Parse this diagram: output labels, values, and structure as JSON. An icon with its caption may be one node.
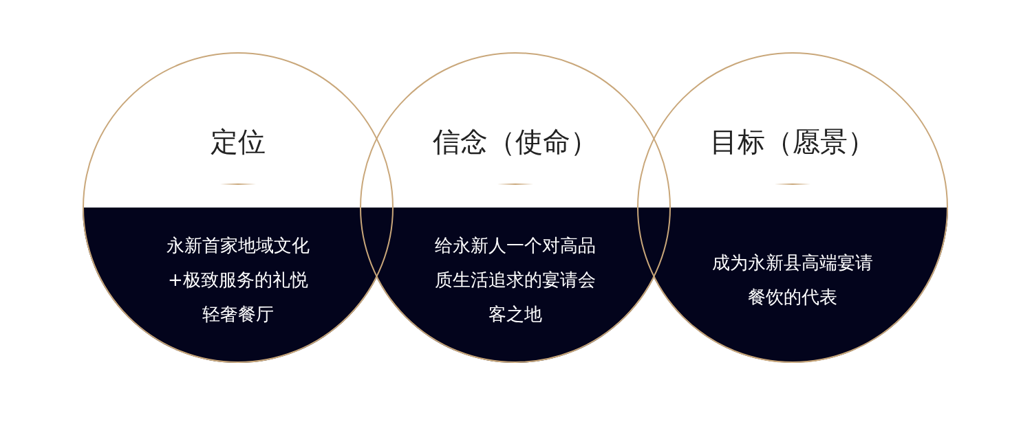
{
  "diagram": {
    "nodes": [
      {
        "text": [
          "定位",
          "永新首家地域文化+极致服务的礼悦轻奢餐厅"
        ]
      },
      {
        "text": [
          "信念（使命）",
          "给永新人一个对高品质生活追求的宴请会客之地"
        ]
      },
      {
        "text": [
          "目标（愿景）",
          "成为永新县高端宴请餐饮的代表"
        ]
      }
    ]
  }
}
